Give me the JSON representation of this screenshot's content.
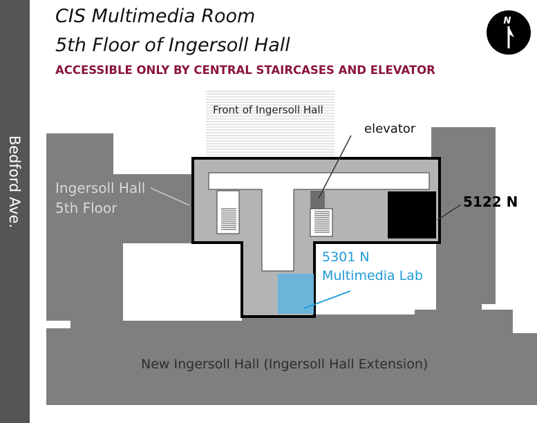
{
  "title": {
    "line1": "CIS Multimedia Room",
    "line2": "5th Floor of Ingersoll Hall"
  },
  "subtitle": "ACCESSIBLE ONLY BY CENTRAL STAIRCASES AND ELEVATOR",
  "compass": {
    "letter": "N",
    "icon": "north-arrow-icon"
  },
  "street": {
    "name": "Bedford Ave."
  },
  "labels": {
    "front": "Front of Ingersoll Hall",
    "elevator": "elevator",
    "ingersoll_line1": "Ingersoll Hall",
    "ingersoll_line2": "5th Floor",
    "room_5122": "5122 N",
    "room_5301": "5301 N",
    "lab": "Multimedia Lab",
    "new_hall": "New Ingersoll Hall   (Ingersoll Hall Extension)"
  },
  "colors": {
    "building": "#7f7f81",
    "corridor_area": "#b3b4b6",
    "corridor": "#ffffff",
    "lab_highlight": "#6cb4d9",
    "accent_title": "#8a1538",
    "lab_text": "#1d9ad6",
    "street": "#555557",
    "room_5122_fill": "#000000"
  }
}
